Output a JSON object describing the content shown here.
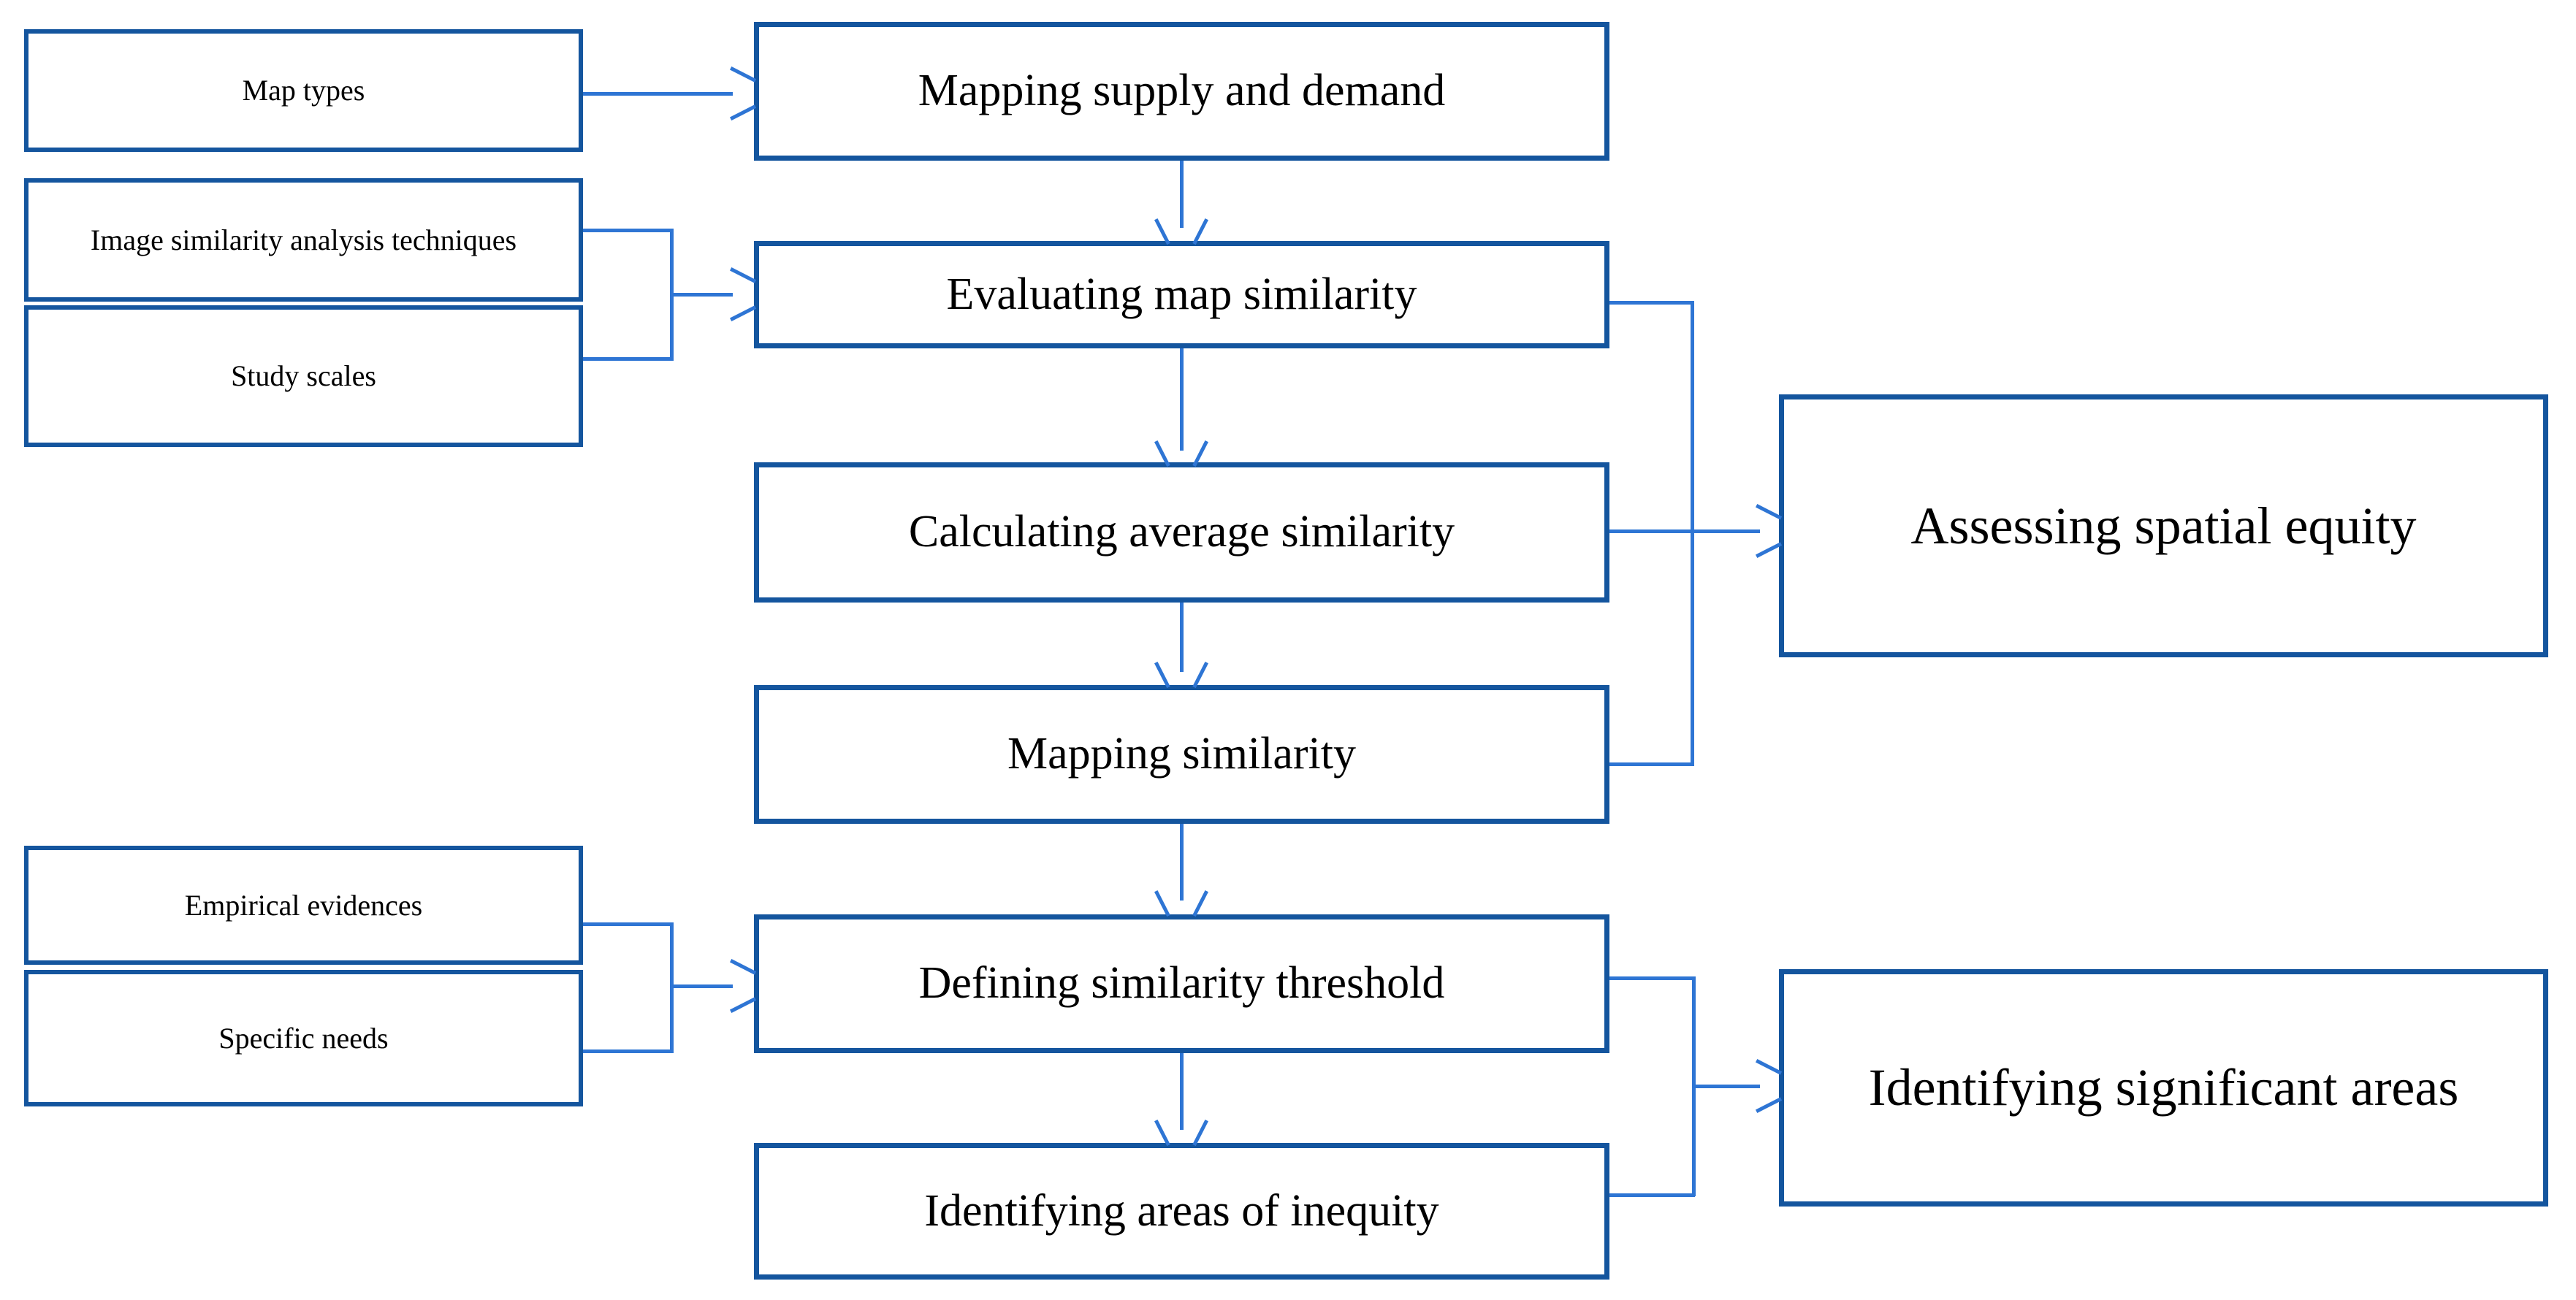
{
  "diagram": {
    "type": "flowchart",
    "title": "",
    "colors": {
      "node_border": "#14559E",
      "connector": "#2E75D4",
      "node_fill": "#FFFFFF",
      "text": "#000000"
    },
    "inputs_top": [
      {
        "id": "map-types",
        "label": "Map types"
      },
      {
        "id": "image-similarity-analysis-techniques",
        "label": "Image similarity analysis techniques"
      },
      {
        "id": "study-scales",
        "label": "Study scales"
      }
    ],
    "inputs_bottom": [
      {
        "id": "empirical-evidences",
        "label": "Empirical evidences"
      },
      {
        "id": "specific-needs",
        "label": "Specific needs"
      }
    ],
    "process_steps": [
      {
        "id": "mapping-supply-and-demand",
        "label": "Mapping supply and demand"
      },
      {
        "id": "evaluating-map-similarity",
        "label": "Evaluating map similarity"
      },
      {
        "id": "calculating-average-similarity",
        "label": "Calculating average similarity"
      },
      {
        "id": "mapping-similarity",
        "label": "Mapping similarity"
      },
      {
        "id": "defining-similarity-threshold",
        "label": "Defining similarity threshold"
      },
      {
        "id": "identifying-areas-of-inequity",
        "label": "Identifying areas of inequity"
      }
    ],
    "outcomes": [
      {
        "id": "assessing-spatial-equity",
        "label": "Assessing spatial equity"
      },
      {
        "id": "identifying-significant-areas",
        "label": "Identifying significant areas"
      }
    ],
    "edges": [
      {
        "from": "map-types",
        "to": "mapping-supply-and-demand",
        "kind": "arrow-right"
      },
      {
        "from": "mapping-supply-and-demand",
        "to": "evaluating-map-similarity",
        "kind": "arrow-down"
      },
      {
        "from": "image-similarity-analysis-techniques",
        "to": "evaluating-map-similarity",
        "kind": "bracket-right"
      },
      {
        "from": "study-scales",
        "to": "evaluating-map-similarity",
        "kind": "bracket-right"
      },
      {
        "from": "evaluating-map-similarity",
        "to": "calculating-average-similarity",
        "kind": "arrow-down"
      },
      {
        "from": "calculating-average-similarity",
        "to": "mapping-similarity",
        "kind": "arrow-down"
      },
      {
        "from": "evaluating-map-similarity",
        "to": "assessing-spatial-equity",
        "kind": "bracket-right"
      },
      {
        "from": "calculating-average-similarity",
        "to": "assessing-spatial-equity",
        "kind": "bracket-right"
      },
      {
        "from": "mapping-similarity",
        "to": "assessing-spatial-equity",
        "kind": "bracket-right"
      },
      {
        "from": "mapping-similarity",
        "to": "defining-similarity-threshold",
        "kind": "arrow-down"
      },
      {
        "from": "empirical-evidences",
        "to": "defining-similarity-threshold",
        "kind": "bracket-right"
      },
      {
        "from": "specific-needs",
        "to": "defining-similarity-threshold",
        "kind": "bracket-right"
      },
      {
        "from": "defining-similarity-threshold",
        "to": "identifying-areas-of-inequity",
        "kind": "arrow-down"
      },
      {
        "from": "defining-similarity-threshold",
        "to": "identifying-significant-areas",
        "kind": "bracket-right"
      },
      {
        "from": "identifying-areas-of-inequity",
        "to": "identifying-significant-areas",
        "kind": "bracket-right"
      }
    ]
  }
}
